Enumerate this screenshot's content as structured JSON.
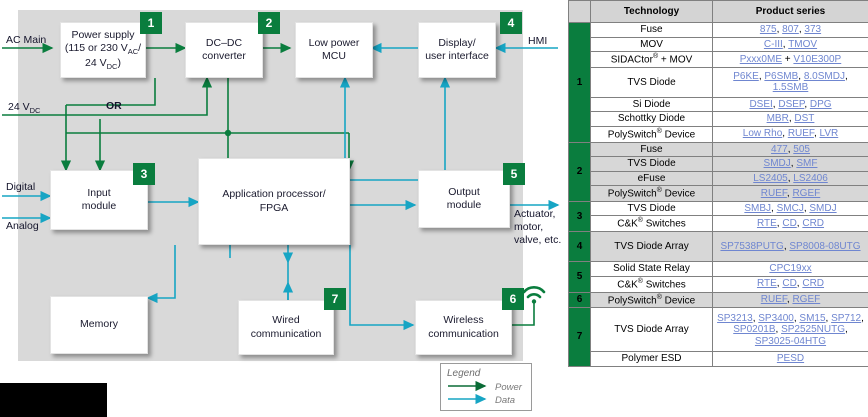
{
  "diagram": {
    "blocks": [
      {
        "id": "power-supply",
        "badge": "1",
        "lines": [
          "Power supply",
          "(115 or 230 Vᴀᴄ/",
          "24 Vᴅᴄ)"
        ],
        "text": "Power supply (115 or 230 VAC/ 24 VDC)"
      },
      {
        "id": "dcdc",
        "badge": "2",
        "lines": [
          "DC–DC",
          "converter"
        ],
        "text": "DC–DC converter"
      },
      {
        "id": "low-power-mcu",
        "badge": "",
        "lines": [
          "Low power",
          "MCU"
        ],
        "text": "Low power MCU"
      },
      {
        "id": "display-ui",
        "badge": "4",
        "lines": [
          "Display/",
          "user interface"
        ],
        "text": "Display/ user interface"
      },
      {
        "id": "input-module",
        "badge": "3",
        "lines": [
          "Input",
          "module"
        ],
        "text": "Input module"
      },
      {
        "id": "app-processor",
        "badge": "",
        "lines": [
          "Application processor/",
          "FPGA"
        ],
        "text": "Application processor/ FPGA"
      },
      {
        "id": "output-module",
        "badge": "5",
        "lines": [
          "Output",
          "module"
        ],
        "text": "Output module"
      },
      {
        "id": "memory",
        "badge": "",
        "lines": [
          "Memory"
        ],
        "text": "Memory"
      },
      {
        "id": "wired-comm",
        "badge": "7",
        "lines": [
          "Wired",
          "communication"
        ],
        "text": "Wired communication"
      },
      {
        "id": "wireless-comm",
        "badge": "6",
        "lines": [
          "Wireless",
          "communication"
        ],
        "text": "Wireless communication"
      }
    ],
    "labels": {
      "ac_main": "AC Main",
      "v24dc_prefix": "24 V",
      "v24dc_sub": "DC",
      "or": "OR",
      "digital": "Digital",
      "analog": "Analog",
      "hmi": "HMI",
      "actuator_l1": "Actuator,",
      "actuator_l2": "motor,",
      "actuator_l3": "valve, etc."
    },
    "block_text": {
      "ps_l1": "Power supply",
      "ps_l2_a": "(115 or 230 V",
      "ps_l2_sub": "AC",
      "ps_l2_b": "/",
      "ps_l3_a": "24 V",
      "ps_l3_sub": "DC",
      "ps_l3_b": ")",
      "dcdc_l1": "DC–DC",
      "dcdc_l2": "converter",
      "mcu_l1": "Low power",
      "mcu_l2": "MCU",
      "disp_l1": "Display/",
      "disp_l2": "user interface",
      "input_l1": "Input",
      "input_l2": "module",
      "app_l1": "Application processor/",
      "app_l2": "FPGA",
      "out_l1": "Output",
      "out_l2": "module",
      "mem_l1": "Memory",
      "wired_l1": "Wired",
      "wired_l2": "communication",
      "wireless_l1": "Wireless",
      "wireless_l2": "communication"
    },
    "badges": {
      "b1": "1",
      "b2": "2",
      "b3": "3",
      "b4": "4",
      "b5": "5",
      "b6": "6",
      "b7": "7"
    },
    "legend": {
      "title": "Legend",
      "power": "Power",
      "data": "Data"
    },
    "colors": {
      "power": "#0a7d3e",
      "data": "#17a5c4",
      "badge": "#0a7d3e",
      "panel": "#d9d9d9"
    }
  },
  "table": {
    "headers": {
      "num": "",
      "technology": "Technology",
      "product": "Product series"
    },
    "groups": [
      {
        "num": "1",
        "shade": "white",
        "rows": [
          {
            "tech": "Fuse",
            "tech_sup": "",
            "products": [
              "875",
              "807",
              "373"
            ],
            "product_text": "875, 807, 373"
          },
          {
            "tech": "MOV",
            "tech_sup": "",
            "products": [
              "C-III",
              "TMOV"
            ],
            "product_text": "C-III, TMOV"
          },
          {
            "tech": "SIDACtor",
            "tech_sup": "®",
            "tech_tail": " + MOV",
            "products": [
              "Pxxx0ME",
              "V10E300P"
            ],
            "product_text": "Pxxx0ME + V10E300P",
            "joiner": " + "
          },
          {
            "tech": "TVS Diode",
            "tech_sup": "",
            "products": [
              "P6KE",
              "P6SMB",
              "8.0SMDJ",
              "1.5SMB"
            ],
            "product_text": "P6KE, P6SMB, 8.0SMDJ, 1.5SMB",
            "two_line": true
          },
          {
            "tech": "Si Diode",
            "tech_sup": "",
            "products": [
              "DSEI",
              "DSEP",
              "DPG"
            ],
            "product_text": "DSEI, DSEP, DPG"
          },
          {
            "tech": "Schottky Diode",
            "tech_sup": "",
            "products": [
              "MBR",
              "DST"
            ],
            "product_text": "MBR, DST"
          },
          {
            "tech": "PolySwitch",
            "tech_sup": "®",
            "tech_tail": " Device",
            "products": [
              "Low Rho",
              "RUEF",
              "LVR"
            ],
            "product_text": "Low Rho, RUEF, LVR"
          }
        ]
      },
      {
        "num": "2",
        "shade": "gray",
        "rows": [
          {
            "tech": "Fuse",
            "tech_sup": "",
            "products": [
              "477",
              "505"
            ],
            "product_text": "477, 505"
          },
          {
            "tech": "TVS Diode",
            "tech_sup": "",
            "products": [
              "SMDJ",
              "SMF"
            ],
            "product_text": "SMDJ, SMF"
          },
          {
            "tech": "eFuse",
            "tech_sup": "",
            "products": [
              "LS2405",
              "LS2406"
            ],
            "product_text": "LS2405, LS2406"
          },
          {
            "tech": "PolySwitch",
            "tech_sup": "®",
            "tech_tail": " Device",
            "products": [
              "RUEF",
              "RGEF"
            ],
            "product_text": "RUEF, RGEF"
          }
        ]
      },
      {
        "num": "3",
        "shade": "white",
        "rows": [
          {
            "tech": "TVS Diode",
            "tech_sup": "",
            "products": [
              "SMBJ",
              "SMCJ",
              "SMDJ"
            ],
            "product_text": "SMBJ, SMCJ, SMDJ"
          },
          {
            "tech": "C&K",
            "tech_sup": "®",
            "tech_tail": " Switches",
            "products": [
              "RTE",
              "CD",
              "CRD"
            ],
            "product_text": "RTE, CD, CRD"
          }
        ]
      },
      {
        "num": "4",
        "shade": "gray",
        "rows": [
          {
            "tech": "TVS Diode Array",
            "tech_sup": "",
            "products": [
              "SP7538PUTG",
              "SP8008-08UTG"
            ],
            "product_text": "SP7538PUTG, SP8008-08UTG",
            "two_line": true
          }
        ]
      },
      {
        "num": "5",
        "shade": "white",
        "rows": [
          {
            "tech": "Solid State Relay",
            "tech_sup": "",
            "products": [
              "CPC19xx"
            ],
            "product_text": "CPC19xx"
          },
          {
            "tech": "C&K",
            "tech_sup": "®",
            "tech_tail": " Switches",
            "products": [
              "RTE",
              "CD",
              "CRD"
            ],
            "product_text": "RTE, CD, CRD"
          }
        ]
      },
      {
        "num": "6",
        "shade": "gray",
        "rows": [
          {
            "tech": "PolySwitch",
            "tech_sup": "®",
            "tech_tail": " Device",
            "products": [
              "RUEF",
              "RGEF"
            ],
            "product_text": "RUEF, RGEF"
          }
        ]
      },
      {
        "num": "7",
        "shade": "white",
        "rows": [
          {
            "tech": "TVS Diode Array",
            "tech_sup": "",
            "products": [
              "SP3213",
              "SP3400",
              "SM15",
              "SP712",
              "SP0201B",
              "SP2525NUTG",
              "SP3025-04HTG"
            ],
            "product_text": "SP3213, SP3400, SM15/SP712, SP0201B, SP2525NUTG, SP3025-04HTG",
            "three_line": true
          },
          {
            "tech": "Polymer ESD",
            "tech_sup": "",
            "products": [
              "PESD"
            ],
            "product_text": "PESD"
          }
        ]
      }
    ],
    "colors": {
      "group_green": "#0a7d3e",
      "link": "#6f86d0",
      "header_bg": "#d4d4d4",
      "row_shade": "#d7d7d7"
    }
  }
}
